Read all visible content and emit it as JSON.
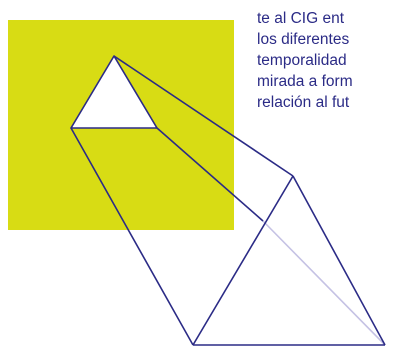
{
  "text": {
    "lines": [
      "te al CIG ent",
      "los diferentes",
      "temporalidad",
      "mirada a form",
      "relación al fut"
    ]
  },
  "colors": {
    "accent_yellow": "#d8dc14",
    "line_navy": "#2b2b86",
    "line_light": "#c5c2e4",
    "text": "#2b2b86"
  }
}
